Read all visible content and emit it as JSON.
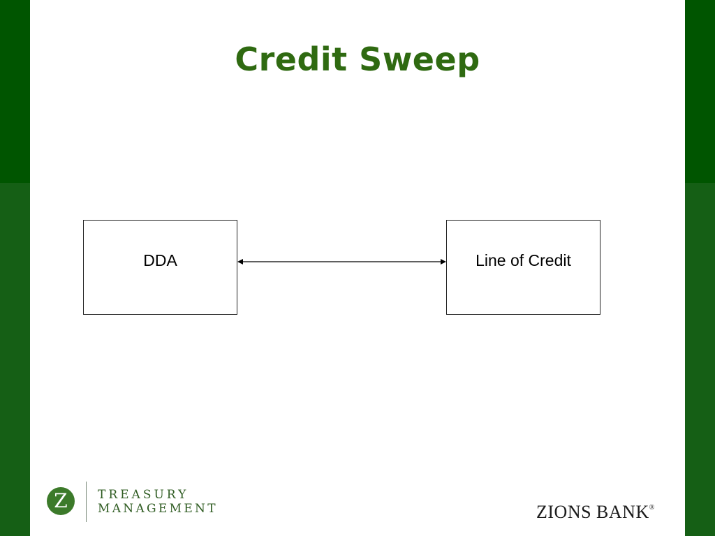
{
  "slide": {
    "title": "Credit Sweep"
  },
  "diagram": {
    "nodes": [
      {
        "id": "dda",
        "label": "DDA"
      },
      {
        "id": "line_of_credit",
        "label": "Line of Credit"
      }
    ],
    "edges": [
      {
        "from": "dda",
        "to": "line_of_credit",
        "direction": "bidirectional"
      }
    ]
  },
  "footer": {
    "logo_left": {
      "initial": "Z",
      "line1": "TREASURY",
      "line2": "MANAGEMENT"
    },
    "logo_right": {
      "name": "ZIONS BANK",
      "mark": "®"
    }
  },
  "colors": {
    "title": "#2f6a11",
    "band_top": "#005500",
    "band_bottom": "#155f15",
    "logo_green": "#3c7a2a"
  }
}
